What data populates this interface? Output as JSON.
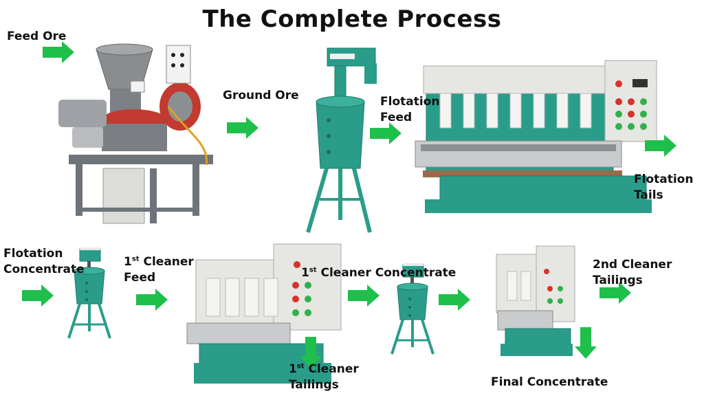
{
  "title": "The Complete Process",
  "colors": {
    "arrow": "#1fbf4c",
    "machine_teal": "#2a9d8a",
    "frame_gray": "#6f747a",
    "panel_gray": "#e6e6e2",
    "cell_white": "#f4f4f2",
    "button_red": "#d8322a",
    "button_green": "#2fb24a"
  },
  "labels": {
    "feed_ore": "Feed Ore",
    "ground_ore": "Ground Ore",
    "flotation_feed": [
      "Flotation",
      "Feed"
    ],
    "flotation_tails": [
      "Flotation",
      "Tails"
    ],
    "flotation_concentrate": [
      "Flotation",
      "Concentrate"
    ],
    "cleaner1_feed": {
      "num": "1",
      "sup": "st",
      "line1": " Cleaner",
      "line2": "Feed"
    },
    "cleaner1_concentrate": {
      "num": "1",
      "sup": "st",
      "text": " Cleaner Concentrate"
    },
    "cleaner1_tailings": {
      "num": "1",
      "sup": "st",
      "line1": " Cleaner",
      "line2": "Tailings"
    },
    "cleaner2_tailings": [
      "2nd Cleaner",
      "Tailings"
    ],
    "final_concentrate": "Final Concentrate"
  },
  "icons": [
    "grinding-mill-icon",
    "conditioner-tank-icon",
    "flotation-bank-icon",
    "flow-arrow-icon"
  ]
}
